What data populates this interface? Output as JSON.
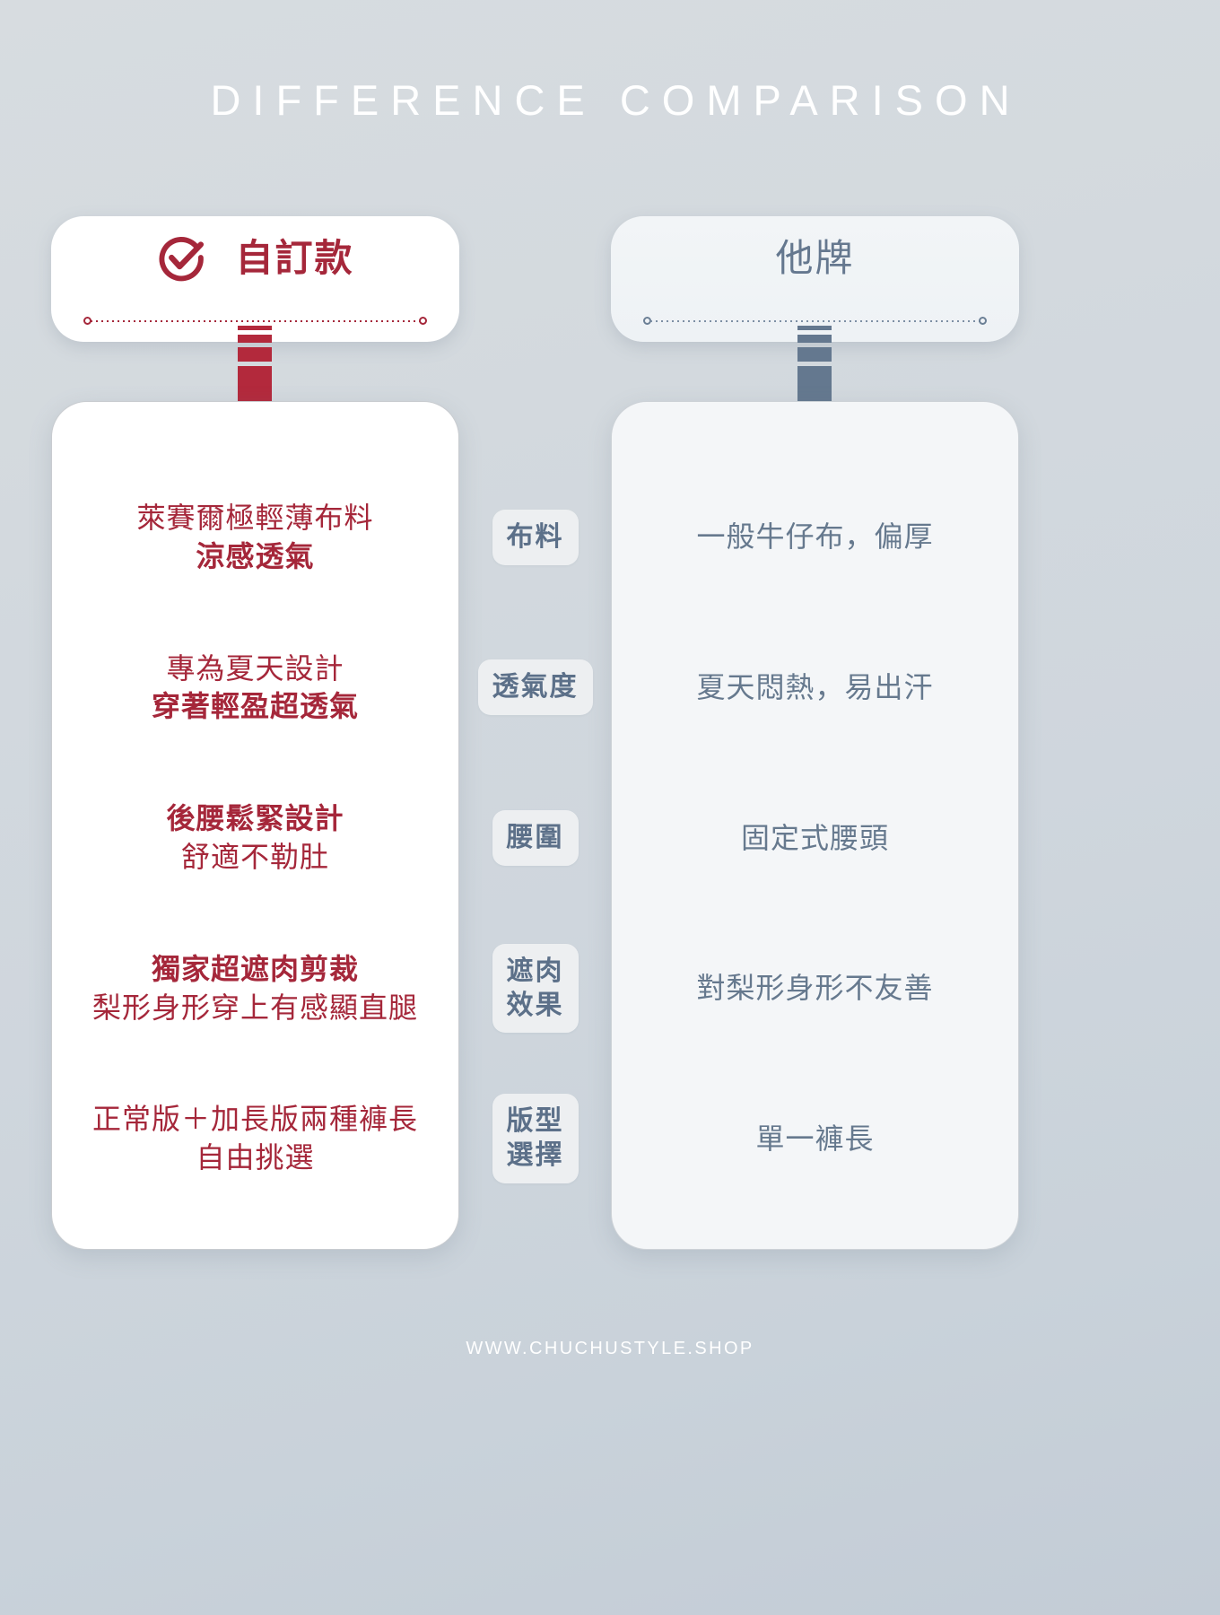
{
  "title": "DIFFERENCE COMPARISON",
  "footer": "WWW.CHUCHUSTYLE.SHOP",
  "colors": {
    "accent_red": "#a5273a",
    "arrow_red": "#b3293c",
    "muted_blue": "#66798e",
    "arrow_blue": "#64788f",
    "pill_bg": "#edeff1",
    "pill_text": "#5c7089",
    "background": "#d3d9de"
  },
  "columns": {
    "left": {
      "header": "自訂款",
      "icon": "check-circle-icon"
    },
    "right": {
      "header": "他牌"
    }
  },
  "rows": [
    {
      "label": "布料",
      "left_line1": "萊賽爾極輕薄布料",
      "left_line2": "涼感透氣",
      "right_line1": "一般牛仔布，偏厚",
      "right_line2": ""
    },
    {
      "label": "透氣度",
      "left_line1": "專為夏天設計",
      "left_line2": "穿著輕盈超透氣",
      "right_line1": "夏天悶熱，易出汗",
      "right_line2": ""
    },
    {
      "label": "腰圍",
      "left_line1": "後腰鬆緊設計",
      "left_line2": "舒適不勒肚",
      "right_line1": "固定式腰頭",
      "right_line2": ""
    },
    {
      "label": "遮肉\n效果",
      "left_line1": "獨家超遮肉剪裁",
      "left_line2": "梨形身形穿上有感顯直腿",
      "right_line1": "對梨形身形不友善",
      "right_line2": ""
    },
    {
      "label": "版型\n選擇",
      "left_line1": "正常版＋加長版兩種褲長",
      "left_line2": "自由挑選",
      "right_line1": "單一褲長",
      "right_line2": ""
    }
  ]
}
